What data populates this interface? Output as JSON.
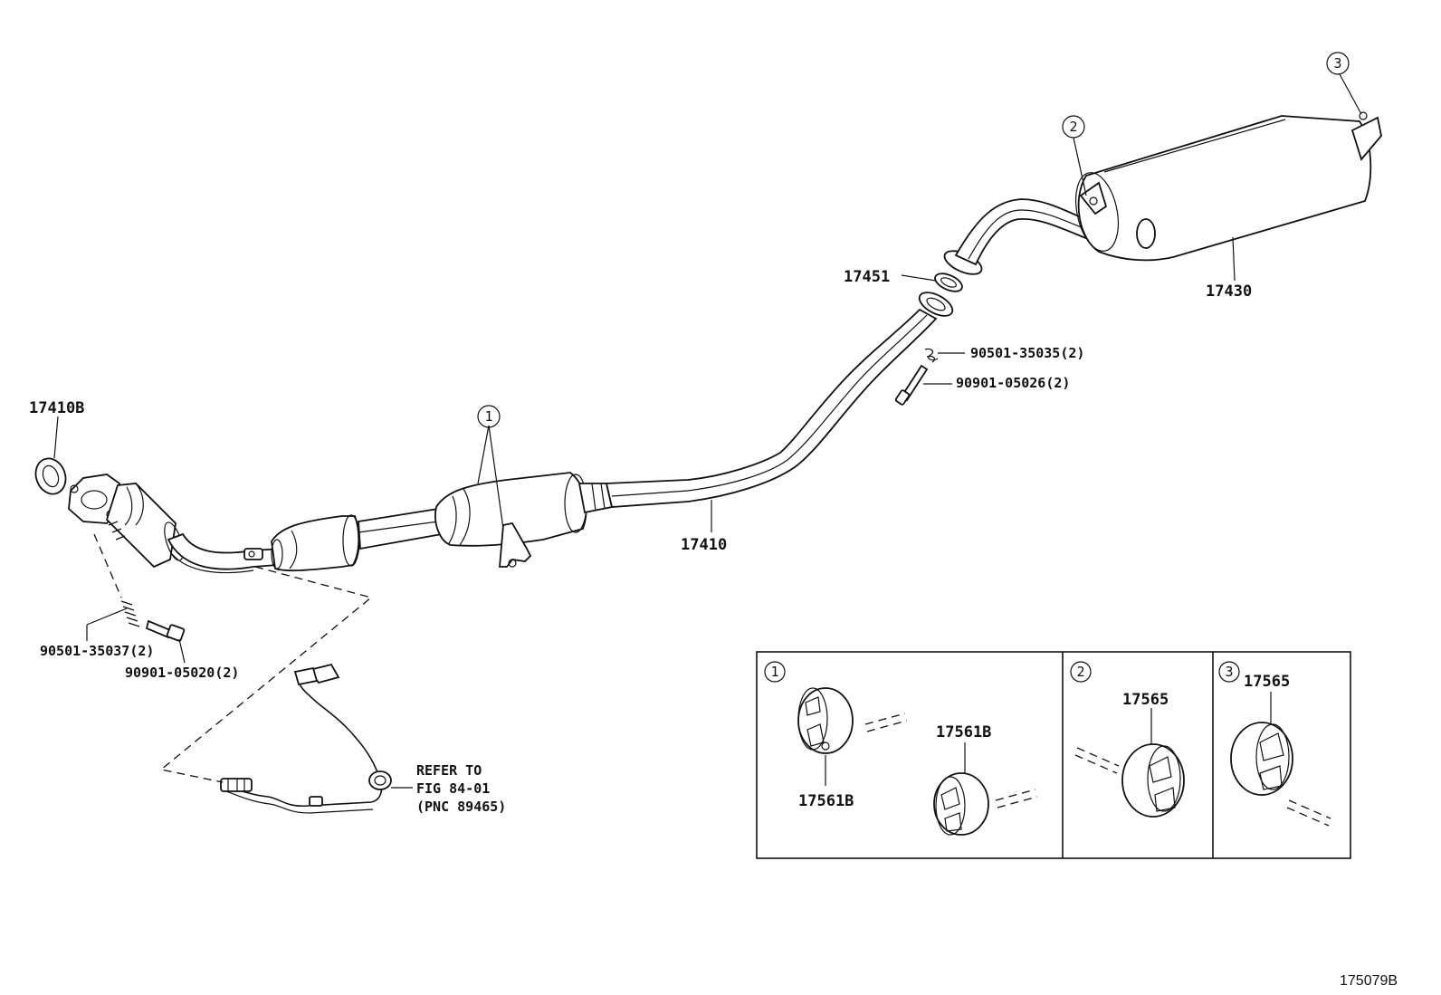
{
  "labels": {
    "gasket_front": "17410B",
    "exhaust_pipe_assy": "17410",
    "gasket_rear": "17451",
    "tail_pipe_muffler": "17430",
    "spring_rear": "90501-35035(2)",
    "bolt_rear": "90901-05026(2)",
    "spring_front": "90501-35037(2)",
    "bolt_front": "90901-05020(2)",
    "refer_line1": "REFER TO",
    "refer_line2": "FIG 84-01",
    "refer_line3": "(PNC 89465)",
    "diagram_id": "175079B"
  },
  "callouts": {
    "c1": "1",
    "c2": "2",
    "c3": "3"
  },
  "inset": {
    "section1": {
      "marker": "1",
      "label_a": "17561B",
      "label_b": "17561B"
    },
    "section2": {
      "marker": "2",
      "label": "17565"
    },
    "section3": {
      "marker": "3",
      "label": "17565"
    }
  }
}
